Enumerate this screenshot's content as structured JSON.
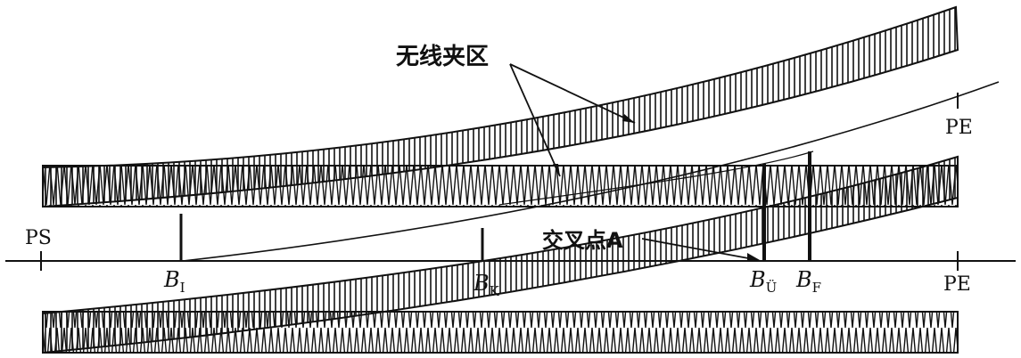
{
  "labels": {
    "ps": "PS",
    "pe_upper": "PE",
    "pe_lower": "PE",
    "b1_main": "B",
    "b1_sub": "I",
    "bk_main": "B",
    "bk_sub": "K",
    "bu_main": "B",
    "bu_sub": "Ü",
    "bf_main": "B",
    "bf_sub": "F",
    "wireless_zone": "无线夹区",
    "crossing_point": "交叉点A"
  },
  "colors": {
    "ink": "#111111",
    "background": "#ffffff"
  }
}
